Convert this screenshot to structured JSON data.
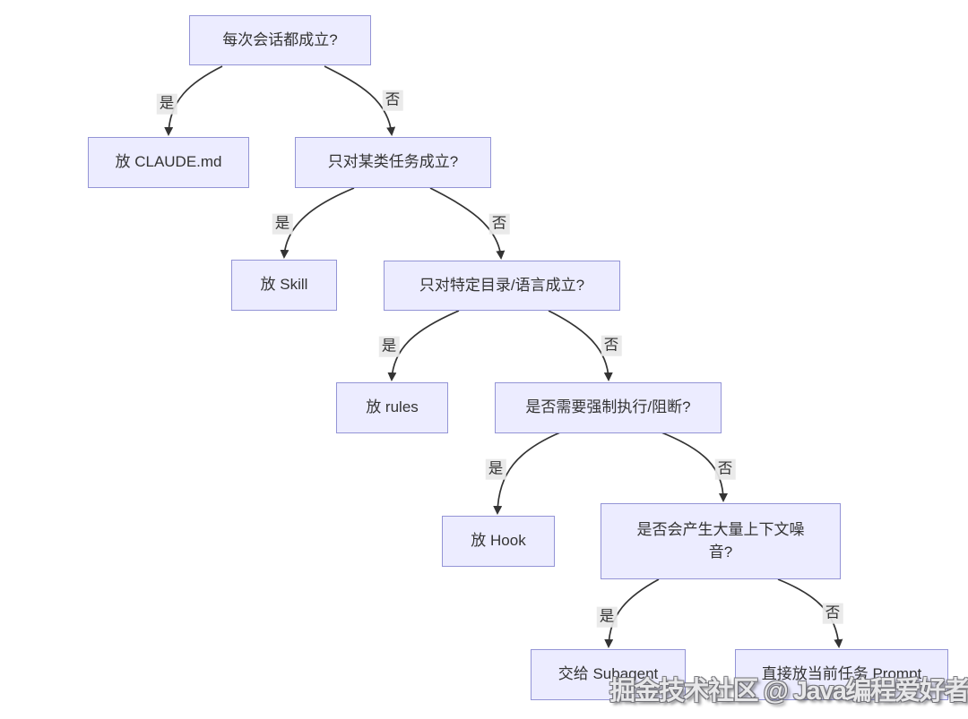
{
  "diagram": {
    "type": "flowchart-decision-tree",
    "watermark": "掘金技术社区 @ Java编程爱好者",
    "nodes": {
      "root": {
        "label": "每次会话都成立?"
      },
      "claude_md": {
        "label": "放 CLAUDE.md"
      },
      "task_type": {
        "label": "只对某类任务成立?"
      },
      "skill": {
        "label": "放 Skill"
      },
      "dir_lang": {
        "label": "只对特定目录/语言成立?"
      },
      "rules": {
        "label": "放 rules"
      },
      "enforce": {
        "label": "是否需要强制执行/阻断?"
      },
      "hook": {
        "label": "放 Hook"
      },
      "noise": {
        "label": "是否会产生大量上下文噪音?"
      },
      "subagent": {
        "label": "交给 Subagent"
      },
      "prompt": {
        "label": "直接放当前任务 Prompt"
      }
    },
    "edges": [
      {
        "from": "root",
        "to": "claude_md",
        "label": "是"
      },
      {
        "from": "root",
        "to": "task_type",
        "label": "否"
      },
      {
        "from": "task_type",
        "to": "skill",
        "label": "是"
      },
      {
        "from": "task_type",
        "to": "dir_lang",
        "label": "否"
      },
      {
        "from": "dir_lang",
        "to": "rules",
        "label": "是"
      },
      {
        "from": "dir_lang",
        "to": "enforce",
        "label": "否"
      },
      {
        "from": "enforce",
        "to": "hook",
        "label": "是"
      },
      {
        "from": "enforce",
        "to": "noise",
        "label": "否"
      },
      {
        "from": "noise",
        "to": "subagent",
        "label": "是"
      },
      {
        "from": "noise",
        "to": "prompt",
        "label": "否"
      }
    ],
    "colors": {
      "node_fill": "#ECECFF",
      "node_border": "#9394D6",
      "edge_line": "#333333",
      "edge_label_bg": "#E8E8E8",
      "text": "#333333",
      "background": "#FFFFFF"
    }
  }
}
